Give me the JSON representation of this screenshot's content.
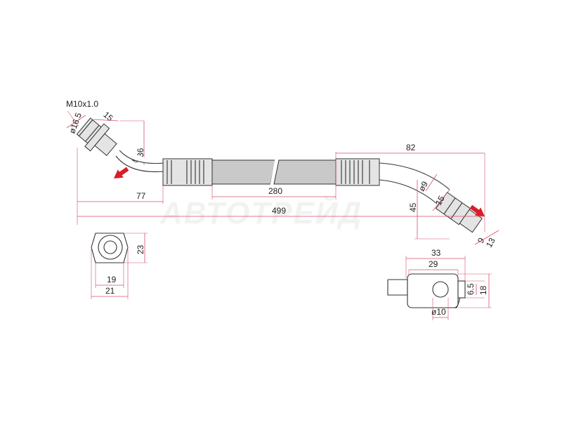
{
  "watermark": "АВТОТРЕЙД",
  "thread": "M10x1.0",
  "dims": {
    "d165": "ø16.5",
    "d15a": "15",
    "d8": "ø8",
    "d36": "36",
    "d77": "77",
    "d280": "280",
    "d499": "499",
    "d82": "82",
    "d9": "ø9",
    "d15b": "15",
    "d45": "45",
    "d9b": "9",
    "d13": "13",
    "d23": "23",
    "d19": "19",
    "d21": "21",
    "d33": "33",
    "d29": "29",
    "d65": "6.5",
    "d18": "18",
    "d10": "ø10"
  },
  "colors": {
    "dimension": "#d4506a",
    "arrow": "#d81e2a",
    "hose": "#c9c9c9"
  }
}
